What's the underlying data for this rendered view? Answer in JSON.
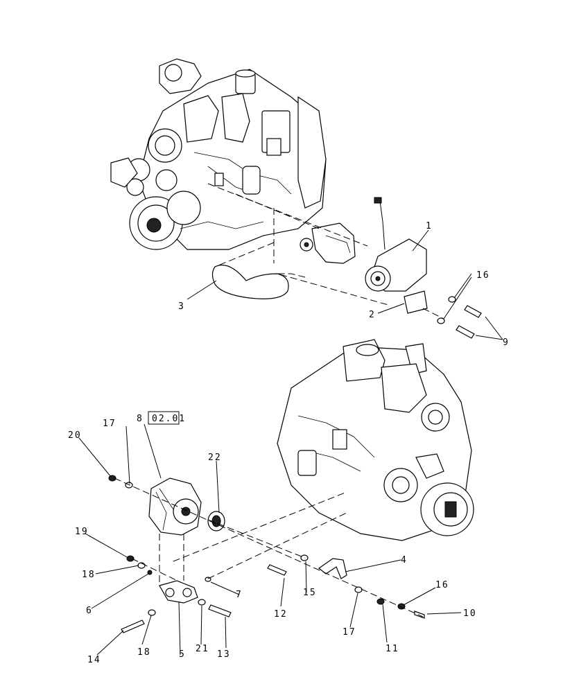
{
  "labels": {
    "l1": "1",
    "l2": "2",
    "l3": "3",
    "l4": "4",
    "l5": "5",
    "l6": "6",
    "l7": "7",
    "l8": "8",
    "l9": "9",
    "l10": "10",
    "l11": "11",
    "l12": "12",
    "l13": "13",
    "l14": "14",
    "l15": "15",
    "l16a": "16",
    "l16b": "16",
    "l17a": "17",
    "l17b": "17",
    "l18a": "18",
    "l18b": "18",
    "l19": "19",
    "l20": "20",
    "l21": "21",
    "l22": "22"
  },
  "reference_box": "02.01"
}
